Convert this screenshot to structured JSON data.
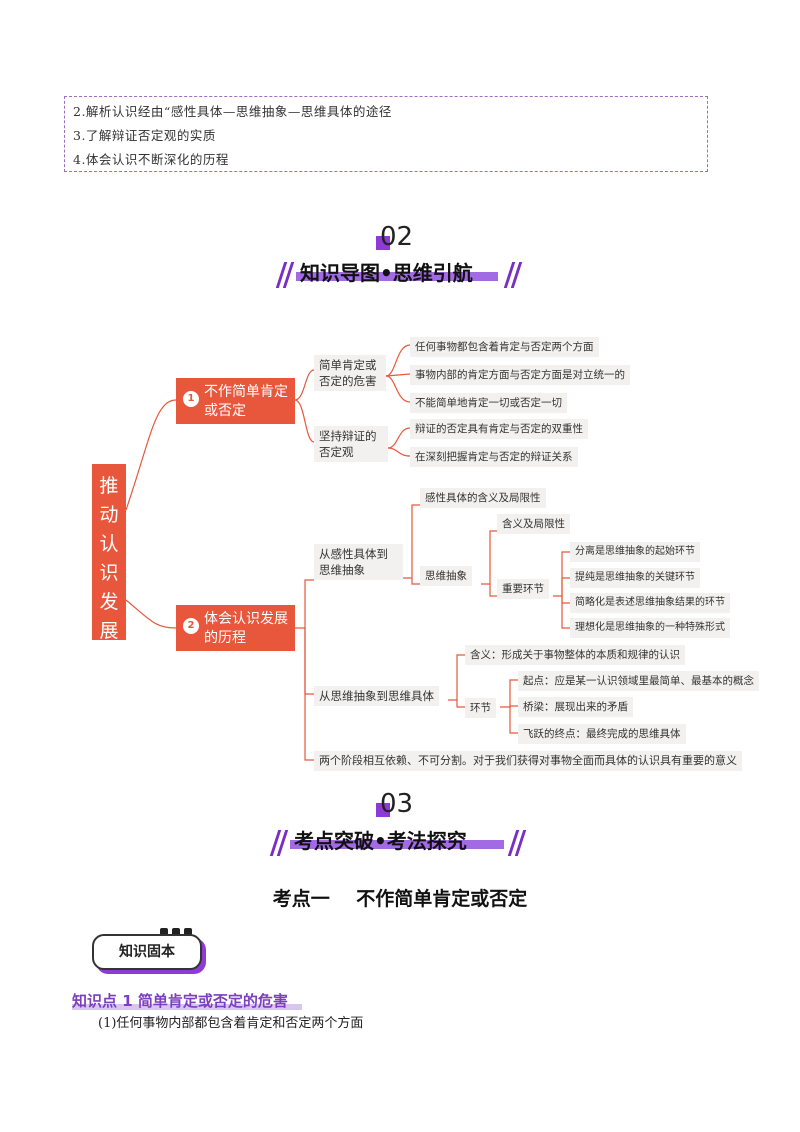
{
  "goals": [
    "2.解析认识经由“感性具体—思维抽象—思维具体的途径",
    "3.了解辩证否定观的实质",
    "4.体会认识不断深化的历程"
  ],
  "section2": {
    "number": "02",
    "title": "知识导图•思维引航"
  },
  "mindmap": {
    "root": "推动认识发展",
    "branch1": {
      "num": "1",
      "label": "不作简单肯定或否定",
      "sub1": {
        "label": "简单肯定或否定的危害",
        "leaves": [
          "任何事物都包含着肯定与否定两个方面",
          "事物内部的肯定方面与否定方面是对立统一的",
          "不能简单地肯定一切或否定一切"
        ]
      },
      "sub2": {
        "label": "坚持辩证的否定观",
        "leaves": [
          "辩证的否定具有肯定与否定的双重性",
          "在深刻把握肯定与否定的辩证关系"
        ]
      }
    },
    "branch2": {
      "num": "2",
      "label": "体会认识发展的历程",
      "sub1": {
        "label": "从感性具体到思维抽象",
        "perceptual": "感性具体的含义及局限性",
        "abstract": "思维抽象",
        "abstract_meaning": "含义及局限性",
        "key_links": "重要环节",
        "link_items": [
          "分离是思维抽象的起始环节",
          "提纯是思维抽象的关键环节",
          "简略化是表述思维抽象结果的环节",
          "理想化是思维抽象的一种特殊形式"
        ]
      },
      "sub2": {
        "label": "从思维抽象到思维具体",
        "meaning": "含义：形成关于事物整体的本质和规律的认识",
        "links": "环节",
        "link_items": [
          "起点：应是某一认识领域里最简单、最基本的概念",
          "桥梁：展现出来的矛盾",
          "飞跃的终点：最终完成的思维具体"
        ]
      },
      "sub3": {
        "label": "两个阶段相互依赖、不可分割。对于我们获得对事物全面而具体的认识具有重要的意义"
      }
    }
  },
  "section3": {
    "number": "03",
    "title": "考点突破•考法探究"
  },
  "kaodian_title": "考点一    不作简单肯定或否定",
  "badge": "知识固本",
  "knowledge_point": {
    "title": "知识点 1  简单肯定或否定的危害",
    "text": "(1)任何事物内部都包含着肯定和否定两个方面"
  },
  "colors": {
    "accent_purple": "#8e3ad6",
    "node_orange": "#e8573c",
    "node_bg": "#f3f1ef",
    "line_orange": "#e8573c"
  }
}
